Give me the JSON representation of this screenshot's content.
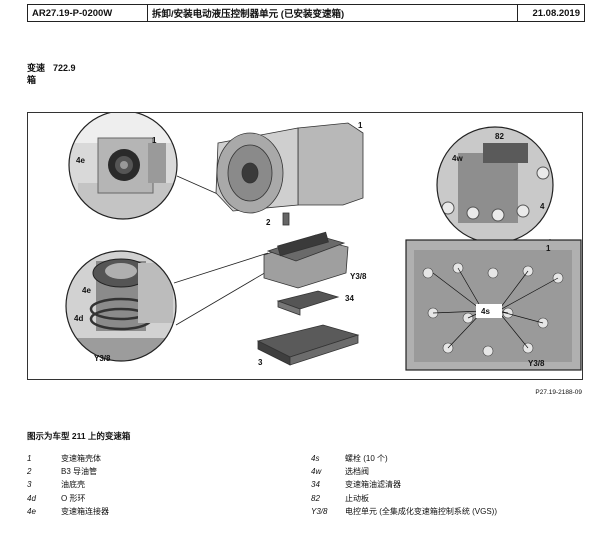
{
  "header": {
    "code": "AR27.19-P-0200W",
    "title": "拆卸/安装电动液压控制器单元 (已安装变速箱)",
    "date": "21.08.2019"
  },
  "transmission": {
    "label_line1": "变速",
    "label_line2": "箱",
    "number": "722.9"
  },
  "figure": {
    "id": "P27.19-2188-09",
    "callouts": {
      "c1_top": "1",
      "c4e_top": "4e",
      "c1_zoom": "1",
      "c2": "2",
      "c4e_bot": "4e",
      "c4d": "4d",
      "cY38_bot": "Y3/8",
      "cY38_mid": "Y3/8",
      "c34": "34",
      "c3": "3",
      "c82": "82",
      "c4w": "4w",
      "c4_right": "4",
      "c1_right": "1",
      "c4s": "4s",
      "cY38_right": "Y3/8"
    }
  },
  "caption": "图示为车型 211 上的变速箱",
  "legend_left": [
    {
      "key": "1",
      "text": "变速箱壳体"
    },
    {
      "key": "2",
      "text": "B3 导油管"
    },
    {
      "key": "3",
      "text": "油底壳"
    },
    {
      "key": "4d",
      "text": "O 形环"
    },
    {
      "key": "4e",
      "text": "变速箱连接器"
    }
  ],
  "legend_right": [
    {
      "key": "4s",
      "text": "螺栓 (10 个)"
    },
    {
      "key": "4w",
      "text": "选档阀"
    },
    {
      "key": "34",
      "text": "变速箱油滤清器"
    },
    {
      "key": "82",
      "text": "止动板"
    },
    {
      "key": "Y3/8",
      "text": "电控单元 (全集成化变速箱控制系统 (VGS))"
    }
  ]
}
